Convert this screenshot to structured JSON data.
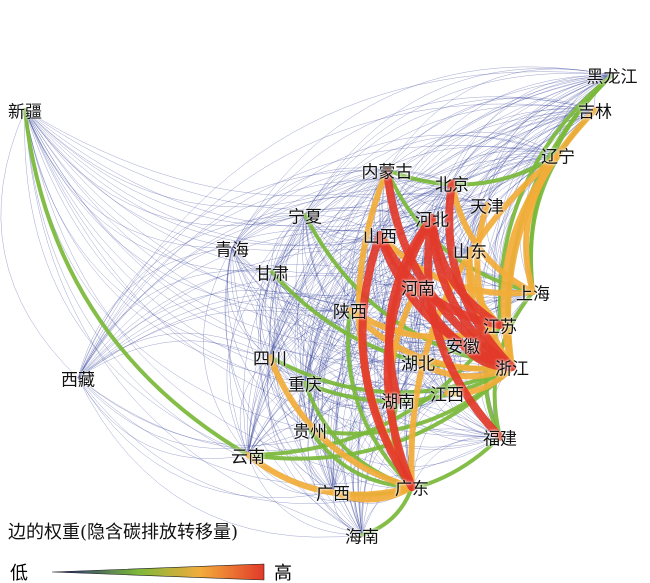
{
  "nodes": [
    "新疆",
    "黑龙江",
    "吉林",
    "辽宁",
    "内蒙古",
    "北京",
    "天津",
    "宁夏",
    "河北",
    "山西",
    "山东",
    "青海",
    "甘肃",
    "河南",
    "上海",
    "陕西",
    "江苏",
    "安徽",
    "四川",
    "湖北",
    "浙江",
    "重庆",
    "西藏",
    "湖南",
    "江西",
    "贵州",
    "福建",
    "云南",
    "广西",
    "广东",
    "海南"
  ],
  "strong_edges": [
    [
      "河北",
      "浙江",
      "high"
    ],
    [
      "河北",
      "江苏",
      "high"
    ],
    [
      "河北",
      "广东",
      "high"
    ],
    [
      "山西",
      "浙江",
      "high"
    ],
    [
      "山西",
      "江苏",
      "high"
    ],
    [
      "内蒙古",
      "浙江",
      "high"
    ],
    [
      "北京",
      "浙江",
      "high"
    ],
    [
      "河南",
      "浙江",
      "high"
    ],
    [
      "河北",
      "福建",
      "high"
    ],
    [
      "山西",
      "广东",
      "high"
    ],
    [
      "安徽",
      "浙江",
      "high"
    ],
    [
      "河北",
      "湖南",
      "high"
    ],
    [
      "辽宁",
      "浙江",
      "mid"
    ],
    [
      "辽宁",
      "广东",
      "mid"
    ],
    [
      "吉林",
      "浙江",
      "mid"
    ],
    [
      "天津",
      "浙江",
      "mid"
    ],
    [
      "山东",
      "浙江",
      "mid"
    ],
    [
      "山东",
      "江苏",
      "mid"
    ],
    [
      "陕西",
      "浙江",
      "mid"
    ],
    [
      "四川",
      "广东",
      "mid"
    ],
    [
      "云南",
      "广东",
      "mid"
    ],
    [
      "湖北",
      "浙江",
      "mid"
    ],
    [
      "江西",
      "浙江",
      "mid"
    ],
    [
      "河南",
      "广东",
      "mid"
    ],
    [
      "陕西",
      "江苏",
      "mid"
    ],
    [
      "广西",
      "广东",
      "mid"
    ],
    [
      "北京",
      "上海",
      "mid"
    ],
    [
      "山西",
      "上海",
      "mid"
    ],
    [
      "内蒙古",
      "广东",
      "mid"
    ],
    [
      "辽宁",
      "上海",
      "mid"
    ],
    [
      "黑龙江",
      "浙江",
      "low"
    ],
    [
      "黑龙江",
      "江苏",
      "low"
    ],
    [
      "吉林",
      "上海",
      "low"
    ],
    [
      "新疆",
      "云南",
      "low"
    ],
    [
      "内蒙古",
      "上海",
      "low"
    ],
    [
      "四川",
      "浙江",
      "low"
    ],
    [
      "云南",
      "浙江",
      "low"
    ],
    [
      "贵州",
      "浙江",
      "low"
    ],
    [
      "贵州",
      "广东",
      "low"
    ],
    [
      "重庆",
      "广东",
      "low"
    ],
    [
      "重庆",
      "浙江",
      "low"
    ],
    [
      "湖南",
      "广东",
      "low"
    ],
    [
      "陕西",
      "广东",
      "low"
    ],
    [
      "广西",
      "福建",
      "low"
    ],
    [
      "海南",
      "广东",
      "low"
    ],
    [
      "甘肃",
      "浙江",
      "low"
    ],
    [
      "宁夏",
      "浙江",
      "low"
    ],
    [
      "江苏",
      "福建",
      "low"
    ],
    [
      "上海",
      "福建",
      "low"
    ],
    [
      "黑龙江",
      "上海",
      "low"
    ],
    [
      "云南",
      "江苏",
      "low"
    ],
    [
      "内蒙古",
      "辽宁",
      "low"
    ]
  ],
  "colors": {
    "low": "#7ab83a",
    "mid": "#f2ac3a",
    "high": "#e2392a",
    "base": "#2c3a94"
  },
  "legend": {
    "title": "边的权重(隐含碳排放转移量)",
    "low": "低",
    "high": "高"
  }
}
